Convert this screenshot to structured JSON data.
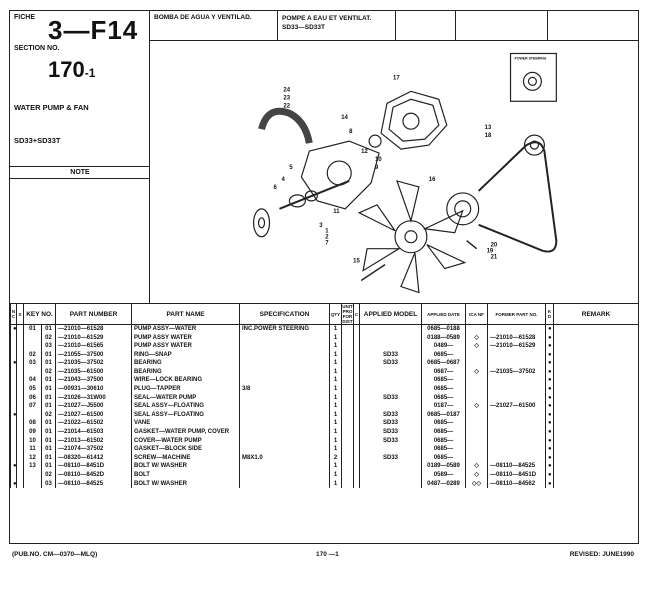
{
  "header": {
    "fiche_label": "FICHE",
    "fiche_no": "3—F14",
    "section_label": "SECTION NO.",
    "section_no": "170",
    "section_suffix": "-1",
    "group_title": "WATER PUMP & FAN",
    "model": "SD33+SD33T",
    "note_label": "NOTE",
    "title_es": "BOMBA DE AGUA Y VENTILAD.",
    "title_fr_line1": "POMPE A EAU ET VENTILAT.",
    "title_fr_line2": "SD33—SD33T"
  },
  "diagram": {
    "inset_label": "POWER STEERING",
    "callouts": [
      "24",
      "23",
      "22",
      "14",
      "8",
      "17",
      "13",
      "18",
      "16",
      "12",
      "10",
      "9",
      "5",
      "4",
      "6",
      "11",
      "3",
      "1",
      "2",
      "7",
      "15",
      "19",
      "20",
      "21"
    ]
  },
  "table": {
    "columns": {
      "nc": "N C",
      "s": "S",
      "key_no": "KEY NO.",
      "part_number": "PART NUMBER",
      "part_name": "PART NAME",
      "specification": "SPECIFICATION",
      "qty": "QTY",
      "unit_pro": "UNIT PRO FOR DIST",
      "c": "C",
      "applied_model": "APPLIED MODEL",
      "applied_date": "APPLIED DATE",
      "ica": "ICA NF",
      "former": "FORMER PART NO.",
      "kd": "K D",
      "remark": "REMARK"
    },
    "rows": [
      {
        "nc": "●",
        "s": "",
        "key": "01",
        "sub": "01",
        "pn": "—21010—61528",
        "name": "PUMP ASSY—WATER",
        "spec": "INC.POWER STEERING",
        "qty": "1",
        "model": "",
        "date": "0685—0188",
        "ica": "",
        "former": "",
        "kd": "●"
      },
      {
        "nc": "",
        "s": "",
        "key": "",
        "sub": "02",
        "pn": "—21010—61529",
        "name": "PUMP ASSY WATER",
        "spec": "",
        "qty": "1",
        "model": "",
        "date": "0188—0589",
        "ica": "◇",
        "former": "—21010—61528",
        "kd": "●"
      },
      {
        "nc": "",
        "s": "",
        "key": "",
        "sub": "03",
        "pn": "—21010—61565",
        "name": "PUMP ASSY WATER",
        "spec": "",
        "qty": "1",
        "model": "",
        "date": "0489—",
        "ica": "◇",
        "former": "—21010—61529",
        "kd": "●"
      },
      {
        "nc": "",
        "s": "",
        "key": "02",
        "sub": "01",
        "pn": "—21055—37500",
        "name": "RING—SNAP",
        "spec": "",
        "qty": "1",
        "model": "SD33",
        "date": "0685—",
        "ica": "",
        "former": "",
        "kd": "●"
      },
      {
        "nc": "●",
        "s": "",
        "key": "03",
        "sub": "01",
        "pn": "—21035—37502",
        "name": "BEARING",
        "spec": "",
        "qty": "1",
        "model": "SD33",
        "date": "0685—0687",
        "ica": "",
        "former": "",
        "kd": "●"
      },
      {
        "nc": "",
        "s": "",
        "key": "",
        "sub": "02",
        "pn": "—21035—61500",
        "name": "BEARING",
        "spec": "",
        "qty": "1",
        "model": "",
        "date": "0687—",
        "ica": "◇",
        "former": "—21035—37502",
        "kd": "●"
      },
      {
        "nc": "",
        "s": "",
        "key": "04",
        "sub": "01",
        "pn": "—21043—37500",
        "name": "WIRE—LOCK BEARING",
        "spec": "",
        "qty": "1",
        "model": "",
        "date": "0685—",
        "ica": "",
        "former": "",
        "kd": "●"
      },
      {
        "nc": "",
        "s": "",
        "key": "05",
        "sub": "01",
        "pn": "—00931—30610",
        "name": "PLUG—TAPPER",
        "spec": "3/8",
        "qty": "1",
        "model": "",
        "date": "0685—",
        "ica": "",
        "former": "",
        "kd": "●"
      },
      {
        "nc": "",
        "s": "",
        "key": "06",
        "sub": "01",
        "pn": "—21026—31W00",
        "name": "SEAL—WATER PUMP",
        "spec": "",
        "qty": "1",
        "model": "SD33",
        "date": "0685—",
        "ica": "",
        "former": "",
        "kd": "●"
      },
      {
        "nc": "",
        "s": "",
        "key": "07",
        "sub": "01",
        "pn": "—21027—J5500",
        "name": "SEAL ASSY—FLOATING",
        "spec": "",
        "qty": "1",
        "model": "",
        "date": "0187—",
        "ica": "◇",
        "former": "—21027—61500",
        "kd": "●"
      },
      {
        "nc": "●",
        "s": "",
        "key": "",
        "sub": "02",
        "pn": "—21027—61500",
        "name": "SEAL ASSY—FLOATING",
        "spec": "",
        "qty": "1",
        "model": "SD33",
        "date": "0685—0187",
        "ica": "",
        "former": "",
        "kd": "●"
      },
      {
        "nc": "",
        "s": "",
        "key": "08",
        "sub": "01",
        "pn": "—21022—61502",
        "name": "VANE",
        "spec": "",
        "qty": "1",
        "model": "SD33",
        "date": "0685—",
        "ica": "",
        "former": "",
        "kd": "●"
      },
      {
        "nc": "",
        "s": "",
        "key": "09",
        "sub": "01",
        "pn": "—21014—61503",
        "name": "GASKET—WATER PUMP, COVER",
        "spec": "",
        "qty": "1",
        "model": "SD33",
        "date": "0685—",
        "ica": "",
        "former": "",
        "kd": "●"
      },
      {
        "nc": "",
        "s": "",
        "key": "10",
        "sub": "01",
        "pn": "—21013—61502",
        "name": "COVER—WATER PUMP",
        "spec": "",
        "qty": "1",
        "model": "SD33",
        "date": "0685—",
        "ica": "",
        "former": "",
        "kd": "●"
      },
      {
        "nc": "",
        "s": "",
        "key": "11",
        "sub": "01",
        "pn": "—21074—37502",
        "name": "GASKET—BLOCK SIDE",
        "spec": "",
        "qty": "1",
        "model": "",
        "date": "0685—",
        "ica": "",
        "former": "",
        "kd": "●"
      },
      {
        "nc": "",
        "s": "",
        "key": "12",
        "sub": "01",
        "pn": "—08320—61412",
        "name": "SCREW—MACHINE",
        "spec": "M8X1.0",
        "qty": "2",
        "model": "SD33",
        "date": "0685—",
        "ica": "",
        "former": "",
        "kd": "●"
      },
      {
        "nc": "●",
        "s": "",
        "key": "13",
        "sub": "01",
        "pn": "—08110—8451D",
        "name": "BOLT W/ WASHER",
        "spec": "",
        "qty": "1",
        "model": "",
        "date": "0189—0589",
        "ica": "◇",
        "former": "—08110—84525",
        "kd": "●"
      },
      {
        "nc": "",
        "s": "",
        "key": "",
        "sub": "02",
        "pn": "—08110—8452D",
        "name": "BOLT",
        "spec": "",
        "qty": "1",
        "model": "",
        "date": "0589—",
        "ica": "◇",
        "former": "—08110—8451D",
        "kd": "●"
      },
      {
        "nc": "●",
        "s": "",
        "key": "",
        "sub": "03",
        "pn": "—08110—84525",
        "name": "BOLT W/ WASHER",
        "spec": "",
        "qty": "1",
        "model": "",
        "date": "0487—0289",
        "ica": "◇◇",
        "former": "—08110—84562",
        "kd": "●"
      }
    ]
  },
  "footer": {
    "pub_no": "(PUB.NO. CM—0370—MLQ)",
    "page": "170 —1",
    "revised": "REVISED: JUNE1990"
  }
}
